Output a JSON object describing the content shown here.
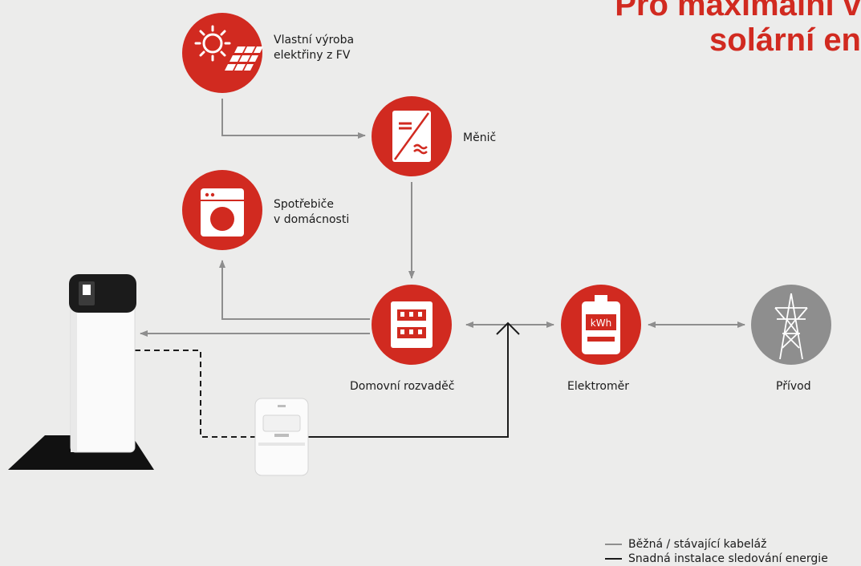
{
  "title": {
    "line1": "Pro maximální v",
    "line2": "solární en"
  },
  "nodes": {
    "pv": {
      "label_line1": "Vlastní výroba",
      "label_line2": "elektřiny z FV",
      "icon": "sun-solar-panel-icon"
    },
    "inverter": {
      "label": "Měnič",
      "icon": "inverter-icon"
    },
    "appliances": {
      "label_line1": "Spotřebiče",
      "label_line2": "v domácnosti",
      "icon": "washing-machine-icon"
    },
    "panel": {
      "label": "Domovní rozvaděč",
      "icon": "distribution-board-icon"
    },
    "meter": {
      "label": "Elektroměr",
      "icon": "electricity-meter-icon",
      "meter_unit": "kWh"
    },
    "grid": {
      "label": "Přívod",
      "icon": "power-pylon-icon"
    },
    "heat_pump": {
      "icon": "heat-pump-water-heater-icon"
    },
    "monitor": {
      "icon": "energy-monitor-device-icon"
    }
  },
  "legend": {
    "existing": {
      "label": "Běžná / stávající kabeláž",
      "color": "#8e8e8e"
    },
    "monitoring": {
      "label": "Snadná instalace sledování energie",
      "color": "#1b1b1b"
    }
  },
  "colors": {
    "accent": "#d12a20",
    "grid_node": "#8e8e8e",
    "background": "#ececeb"
  }
}
